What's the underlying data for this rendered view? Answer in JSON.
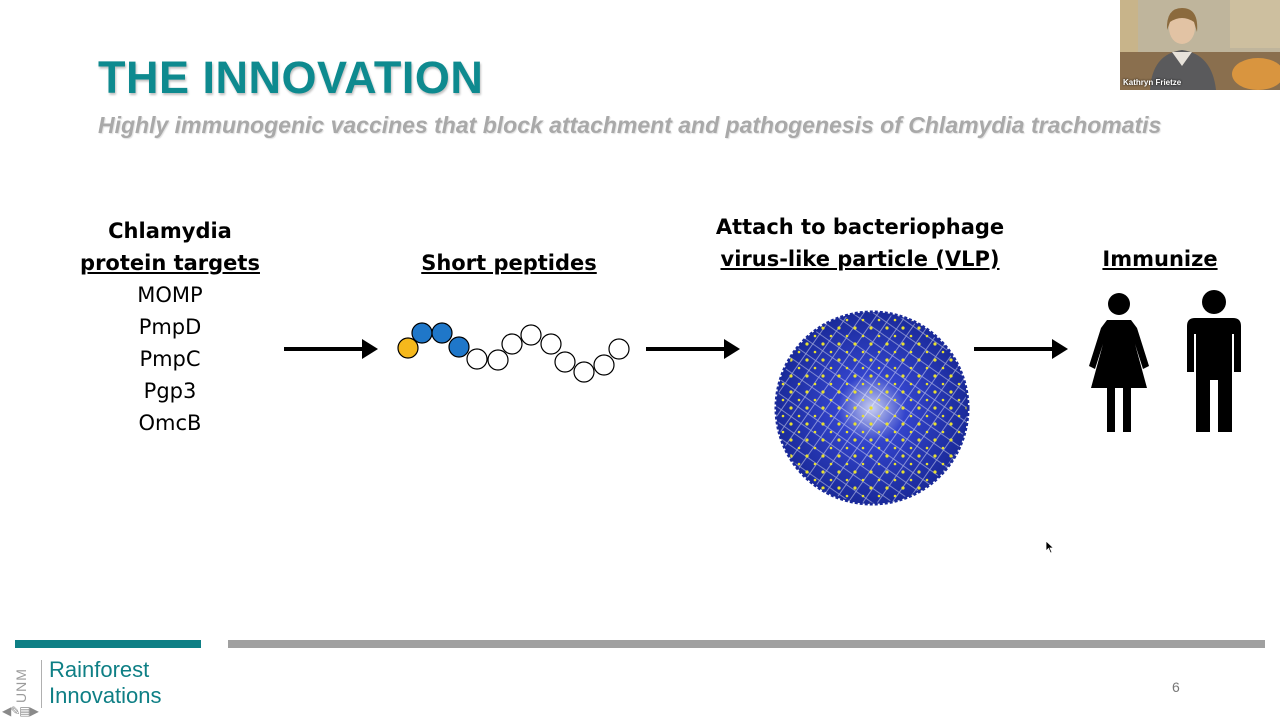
{
  "slide": {
    "title": "THE INNOVATION",
    "subtitle": "Highly immunogenic vaccines that block attachment and pathogenesis of Chlamydia trachomatis",
    "page_number": "6"
  },
  "columns": {
    "targets": {
      "heading_line1": "Chlamydia",
      "heading_line2": "protein targets",
      "items": [
        "MOMP",
        "PmpD",
        "PmpC",
        "Pgp3",
        "OmcB"
      ]
    },
    "peptides": {
      "heading": "Short peptides"
    },
    "vlp": {
      "heading_line1": "Attach to bacteriophage",
      "heading_line2": "virus-like particle (VLP)"
    },
    "immunize": {
      "heading": "Immunize"
    }
  },
  "footer": {
    "brand_line1": "Rainforest",
    "brand_line2": "Innovations",
    "unm_mark": "UNM"
  },
  "video": {
    "participant_name": "Kathryn Frietze"
  },
  "colors": {
    "teal": "#0e8a8f",
    "peptide_blue": "#1f77c9",
    "peptide_yellow": "#f5b81c",
    "vlp_blue": "#1a2fc0",
    "vlp_yellow": "#e8e030"
  },
  "icons": [
    "female-person-icon",
    "male-person-icon",
    "prev-slide-icon",
    "pen-icon",
    "menu-icon",
    "next-slide-icon"
  ]
}
